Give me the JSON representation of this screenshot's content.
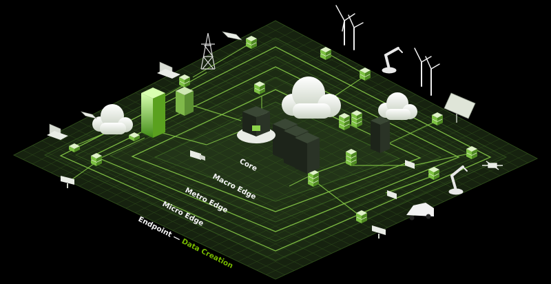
{
  "diagram": {
    "tiers": [
      {
        "id": "core",
        "label": "Core"
      },
      {
        "id": "macro",
        "label": "Macro Edge"
      },
      {
        "id": "metro",
        "label": "Metro Edge"
      },
      {
        "id": "micro",
        "label": "Micro Edge"
      },
      {
        "id": "endpoint",
        "label": "Endpoint",
        "separator": " — ",
        "suffix": "Data Creation"
      }
    ],
    "colors": {
      "background": "#000000",
      "tier_surface": "#1c2a12",
      "grid_line": "#3f6a22",
      "link_line": "#8cd24a",
      "accent": "#76b900",
      "device_white": "#e9ece6",
      "server_dark": "#1d241a"
    },
    "icons": [
      "wind-turbine-icon",
      "power-pylon-icon",
      "laptop-icon",
      "phone-icon",
      "tablet-icon",
      "cloud-icon",
      "server-rack-icon",
      "data-center-icon",
      "robot-arm-icon",
      "solar-panel-icon",
      "security-camera-icon",
      "car-icon",
      "truck-icon",
      "drone-icon",
      "node-stack-icon"
    ]
  }
}
